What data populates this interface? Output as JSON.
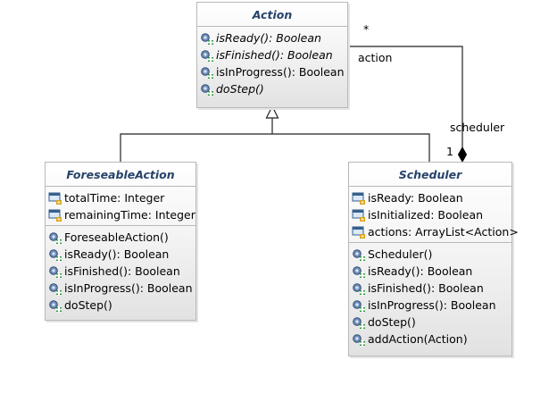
{
  "classes": {
    "action": {
      "name": "Action",
      "operations": [
        {
          "text": "isReady(): Boolean",
          "italic": true
        },
        {
          "text": "isFinished(): Boolean",
          "italic": true
        },
        {
          "text": "isInProgress(): Boolean",
          "italic": false
        },
        {
          "text": "doStep()",
          "italic": true
        }
      ]
    },
    "foreseeable": {
      "name": "ForeseableAction",
      "attributes": [
        "totalTime: Integer",
        "remainingTime: Integer"
      ],
      "operations": [
        "ForeseableAction()",
        "isReady(): Boolean",
        "isFinished(): Boolean",
        "isInProgress(): Boolean",
        "doStep()"
      ]
    },
    "scheduler": {
      "name": "Scheduler",
      "attributes": [
        "isReady: Boolean",
        "isInitialized: Boolean",
        "actions: ArrayList<Action>"
      ],
      "operations": [
        "Scheduler()",
        "isReady(): Boolean",
        "isFinished(): Boolean",
        "isInProgress(): Boolean",
        "doStep()",
        "addAction(Action)"
      ]
    }
  },
  "association": {
    "multiplicity_action": "*",
    "role_action": "action",
    "role_scheduler": "scheduler",
    "multiplicity_scheduler": "1"
  },
  "icons": {
    "attribute": "field-icon",
    "operation": "method-icon"
  }
}
